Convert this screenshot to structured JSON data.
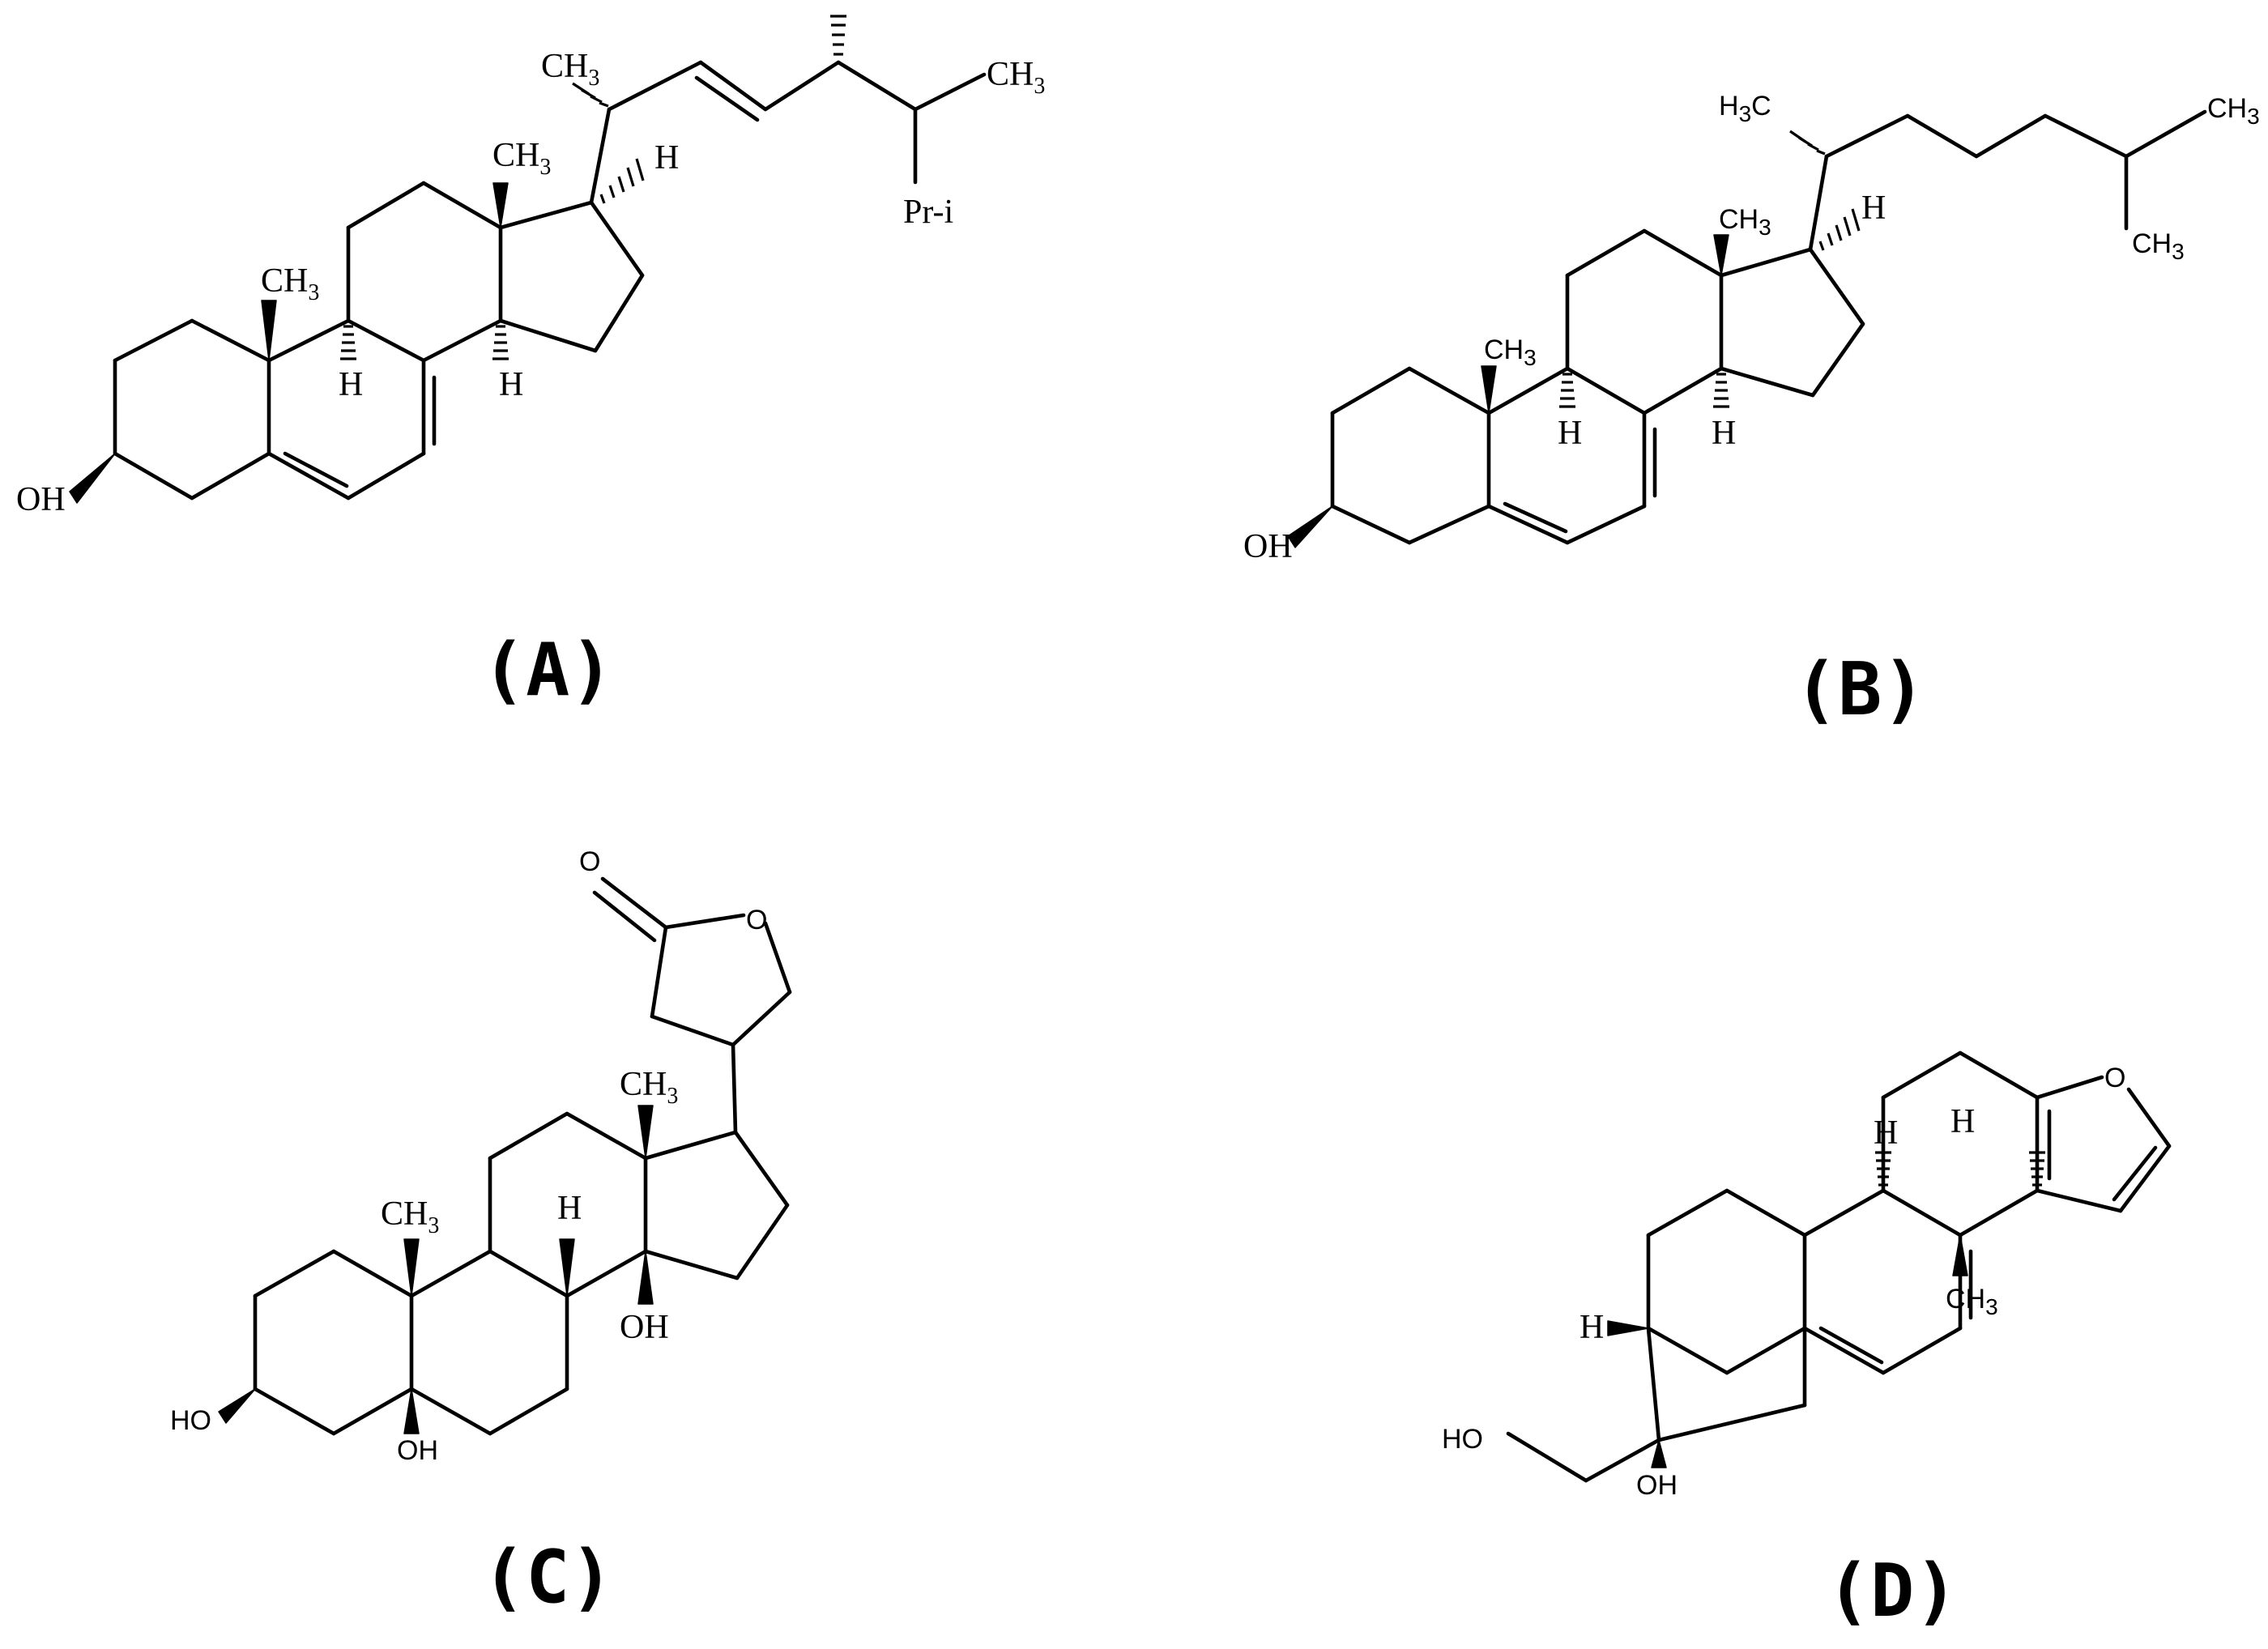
{
  "panels": {
    "a": {
      "label": "(A)",
      "atoms": {
        "ch3_side": "CH",
        "ch3_side_sub": "3",
        "ch3_end": "CH",
        "ch3_end_sub": "3",
        "pri": "Pr-i",
        "ch3_c13": "CH",
        "ch3_c13_sub": "3",
        "h_c17": "H",
        "ch3_c10": "CH",
        "ch3_c10_sub": "3",
        "h_c9": "H",
        "h_c14": "H",
        "oh": "OH"
      }
    },
    "b": {
      "label": "(B)",
      "atoms": {
        "h3c": "H",
        "h3c_sub": "3",
        "h3c_c": "C",
        "ch3_end1": "CH",
        "ch3_end1_sub": "3",
        "ch3_end2": "CH",
        "ch3_end2_sub": "3",
        "ch3_c13": "CH",
        "ch3_c13_sub": "3",
        "h_c17": "H",
        "ch3_c10": "CH",
        "ch3_c10_sub": "3",
        "h_c9": "H",
        "h_c14": "H",
        "oh": "OH"
      }
    },
    "c": {
      "label": "(C)",
      "atoms": {
        "o_carbonyl": "O",
        "o_ring": "O",
        "ch3_c13": "CH",
        "ch3_c13_sub": "3",
        "ch3_c10": "CH",
        "ch3_c10_sub": "3",
        "h_c8": "H",
        "oh_c14": "OH",
        "ho_c3": "HO",
        "oh_c5": "OH"
      }
    },
    "d": {
      "label": "(D)",
      "atoms": {
        "o_furan": "O",
        "h_c9": "H",
        "h_c8": "H",
        "ch3": "CH",
        "ch3_sub": "3",
        "h_left": "H",
        "ho": "HO",
        "oh": "OH"
      }
    }
  }
}
